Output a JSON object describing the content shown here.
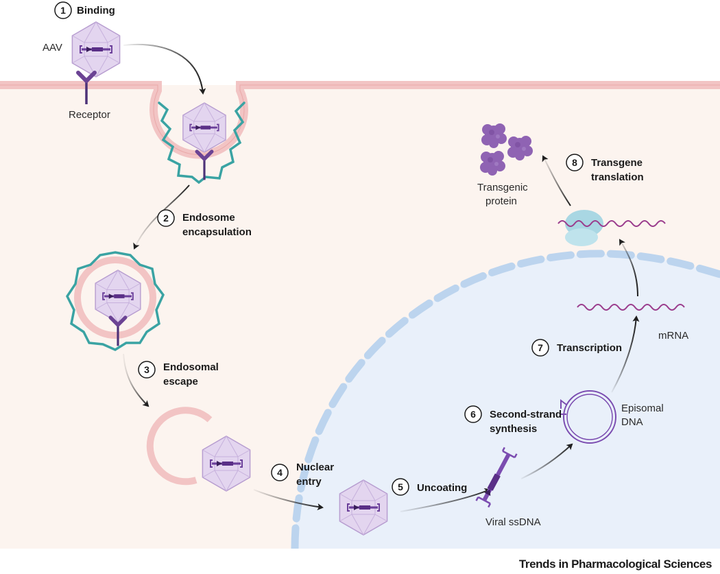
{
  "labels": {
    "aav": "AAV",
    "receptor": "Receptor",
    "transgenic_protein_1": "Transgenic",
    "transgenic_protein_2": "protein",
    "mrna": "mRNA",
    "episomal_1": "Episomal",
    "episomal_2": "DNA",
    "viral_ssdna": "Viral ssDNA"
  },
  "steps": [
    {
      "num": "1",
      "line1": "Binding",
      "line2": ""
    },
    {
      "num": "2",
      "line1": "Endosome",
      "line2": "encapsulation"
    },
    {
      "num": "3",
      "line1": "Endosomal",
      "line2": "escape"
    },
    {
      "num": "4",
      "line1": "Nuclear",
      "line2": "entry"
    },
    {
      "num": "5",
      "line1": "Uncoating",
      "line2": ""
    },
    {
      "num": "6",
      "line1": "Second-strand",
      "line2": "synthesis"
    },
    {
      "num": "7",
      "line1": "Transcription",
      "line2": ""
    },
    {
      "num": "8",
      "line1": "Transgene",
      "line2": "translation"
    }
  ],
  "footer": "Trends in Pharmacological Sciences",
  "colors": {
    "cytoplasm": "#fcf4ef",
    "membrane": "#f2c4c4",
    "nucleus": "#e9f0fa",
    "nuclear_envelope": "#bcd4ee",
    "capsid": "#e3d5ef",
    "capsid_edge": "#b79dd0",
    "dna": "#6b3f9a",
    "clathrin": "#3aa3a3",
    "protein": "#8f63b3",
    "ribosome": "#a9d7e3"
  }
}
